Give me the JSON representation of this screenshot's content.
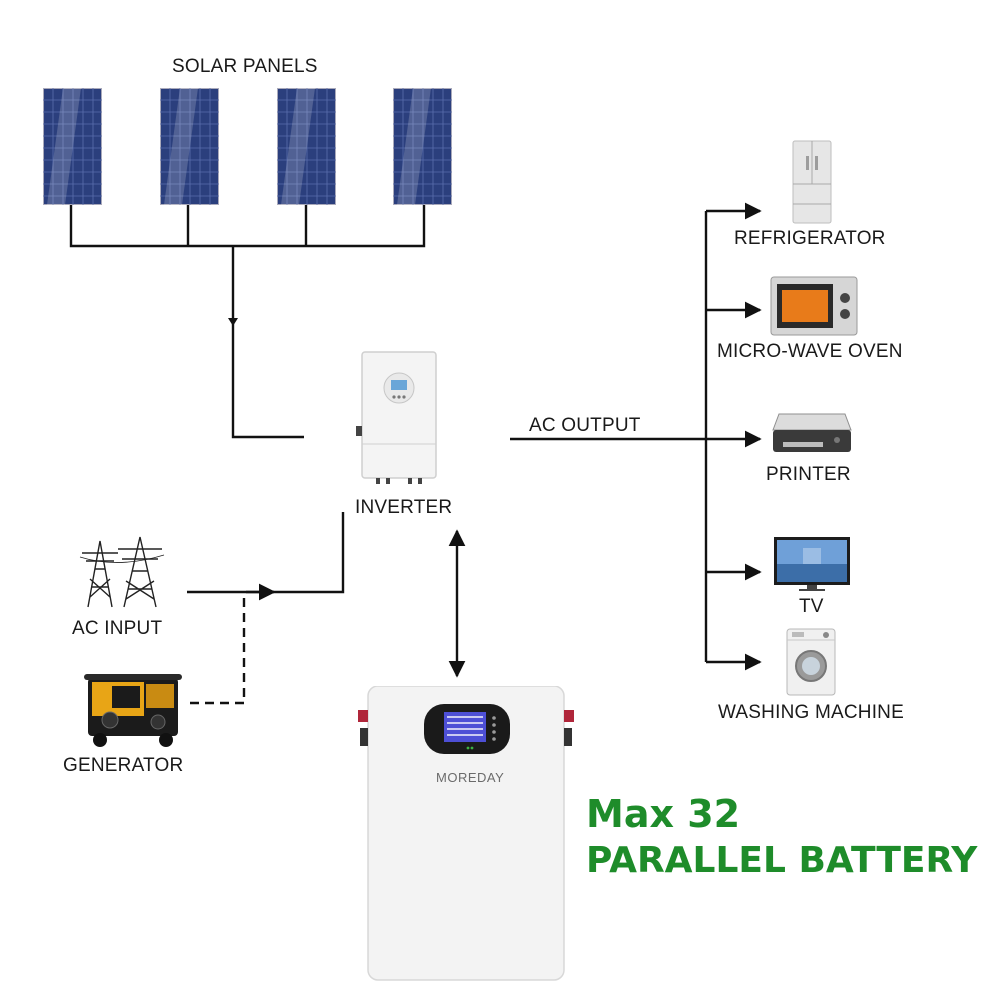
{
  "labels": {
    "solar_panels": "SOLAR PANELS",
    "inverter": "INVERTER",
    "ac_output": "AC OUTPUT",
    "ac_input": "AC INPUT",
    "generator": "GENERATOR",
    "refrigerator": "REFRIGERATOR",
    "microwave_oven": "MICRO-WAVE OVEN",
    "printer": "PRINTER",
    "tv": "TV",
    "washing_machine": "WASHING MACHINE"
  },
  "battery": {
    "brand": "MOREDAY"
  },
  "headline": {
    "line1": "Max 32",
    "line2": "PARALLEL BATTERY"
  },
  "colors": {
    "headline_green": "#1e8c2a",
    "wire": "#111111",
    "panel_blue": "#2b3f7d"
  },
  "icons": [
    "solar-panel-icon",
    "inverter-icon",
    "transmission-tower-icon",
    "generator-icon",
    "refrigerator-icon",
    "microwave-icon",
    "printer-icon",
    "tv-icon",
    "washing-machine-icon",
    "battery-icon"
  ]
}
